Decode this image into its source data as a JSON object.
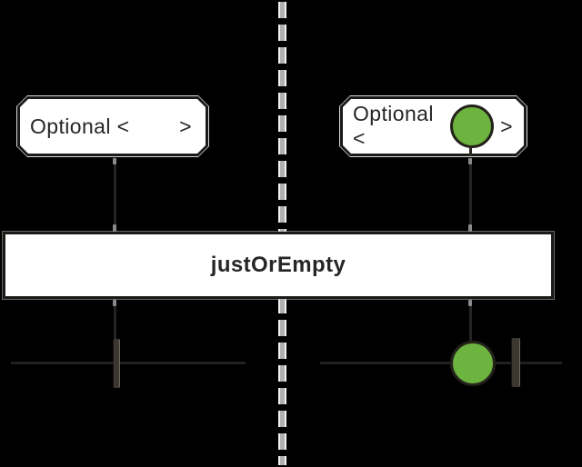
{
  "colors": {
    "bg": "#000000",
    "box-fill": "#ffffff",
    "box-border": "#1c1a17",
    "box-halo": "#d9d9d9",
    "text": "#262626",
    "marble-green": "#6db33f",
    "marble-border": "#24221b",
    "dash-core": "#b0b0b0",
    "dash-halo": "#f2f2f2",
    "tick-fill": "#3b3630",
    "tick-edge": "#6e695f",
    "tick-edge-dark": "#1a1815",
    "connector": "#242424",
    "timeline": "#202020",
    "stem": "#2a2620",
    "nub": "#8a8a8a"
  },
  "inputs": {
    "left": {
      "type_label": "Optional <",
      "close_bracket": ">",
      "content": "empty"
    },
    "right": {
      "type_label": "Optional <",
      "close_bracket": ">",
      "content": "value-marble"
    }
  },
  "operator": {
    "label": "justOrEmpty"
  },
  "outputs": {
    "left": {
      "events": [
        "complete"
      ]
    },
    "right": {
      "events": [
        "value-marble",
        "complete"
      ]
    }
  }
}
